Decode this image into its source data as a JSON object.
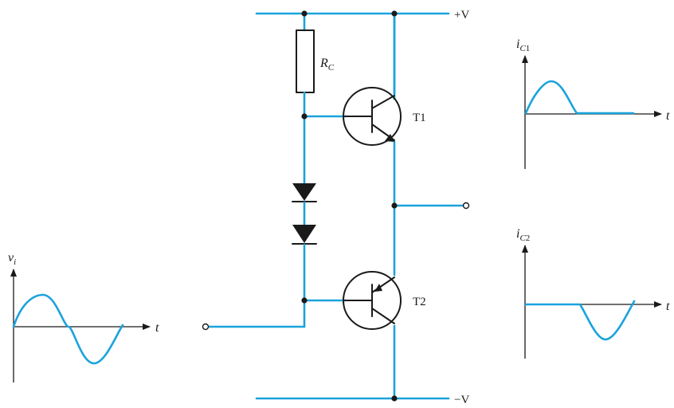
{
  "circuit": {
    "supply_positive": "+V",
    "supply_negative": "−V",
    "resistor": {
      "symbol": "R",
      "subscript": "C"
    },
    "transistor_top": "T1",
    "transistor_bottom": "T2"
  },
  "graphs": {
    "input": {
      "ylabel_symbol": "v",
      "ylabel_subscript": "i",
      "xlabel": "t"
    },
    "ic1": {
      "ylabel_symbol": "i",
      "ylabel_subscript": "C",
      "ylabel_suffix": "1",
      "xlabel": "t"
    },
    "ic2": {
      "ylabel_symbol": "i",
      "ylabel_subscript": "C",
      "ylabel_suffix": "2",
      "xlabel": "t"
    }
  },
  "colors": {
    "wire": "#1aa3dc",
    "ink": "#1a1a1a"
  }
}
